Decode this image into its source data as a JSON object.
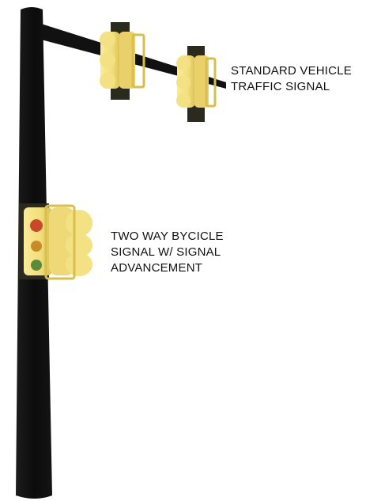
{
  "labels": {
    "vehicle_signal": [
      "STANDARD VEHICLE",
      "TRAFFIC SIGNAL"
    ],
    "bicycle_signal": [
      "TWO WAY BYCICLE",
      "SIGNAL W/ SIGNAL",
      "ADVANCEMENT"
    ]
  },
  "colors": {
    "background": "#ffffff",
    "pole": "#111111",
    "signal_housing": "#f1dd7a",
    "signal_shade": "#d8be4e",
    "backplate": "#2a2a1e",
    "lamp_red": "#c8492a",
    "lamp_amber": "#c98a2c",
    "lamp_green": "#5a8a3a"
  },
  "icons": [
    "pole",
    "mast-arm",
    "vehicle-signal-head",
    "bicycle-signal-head"
  ]
}
